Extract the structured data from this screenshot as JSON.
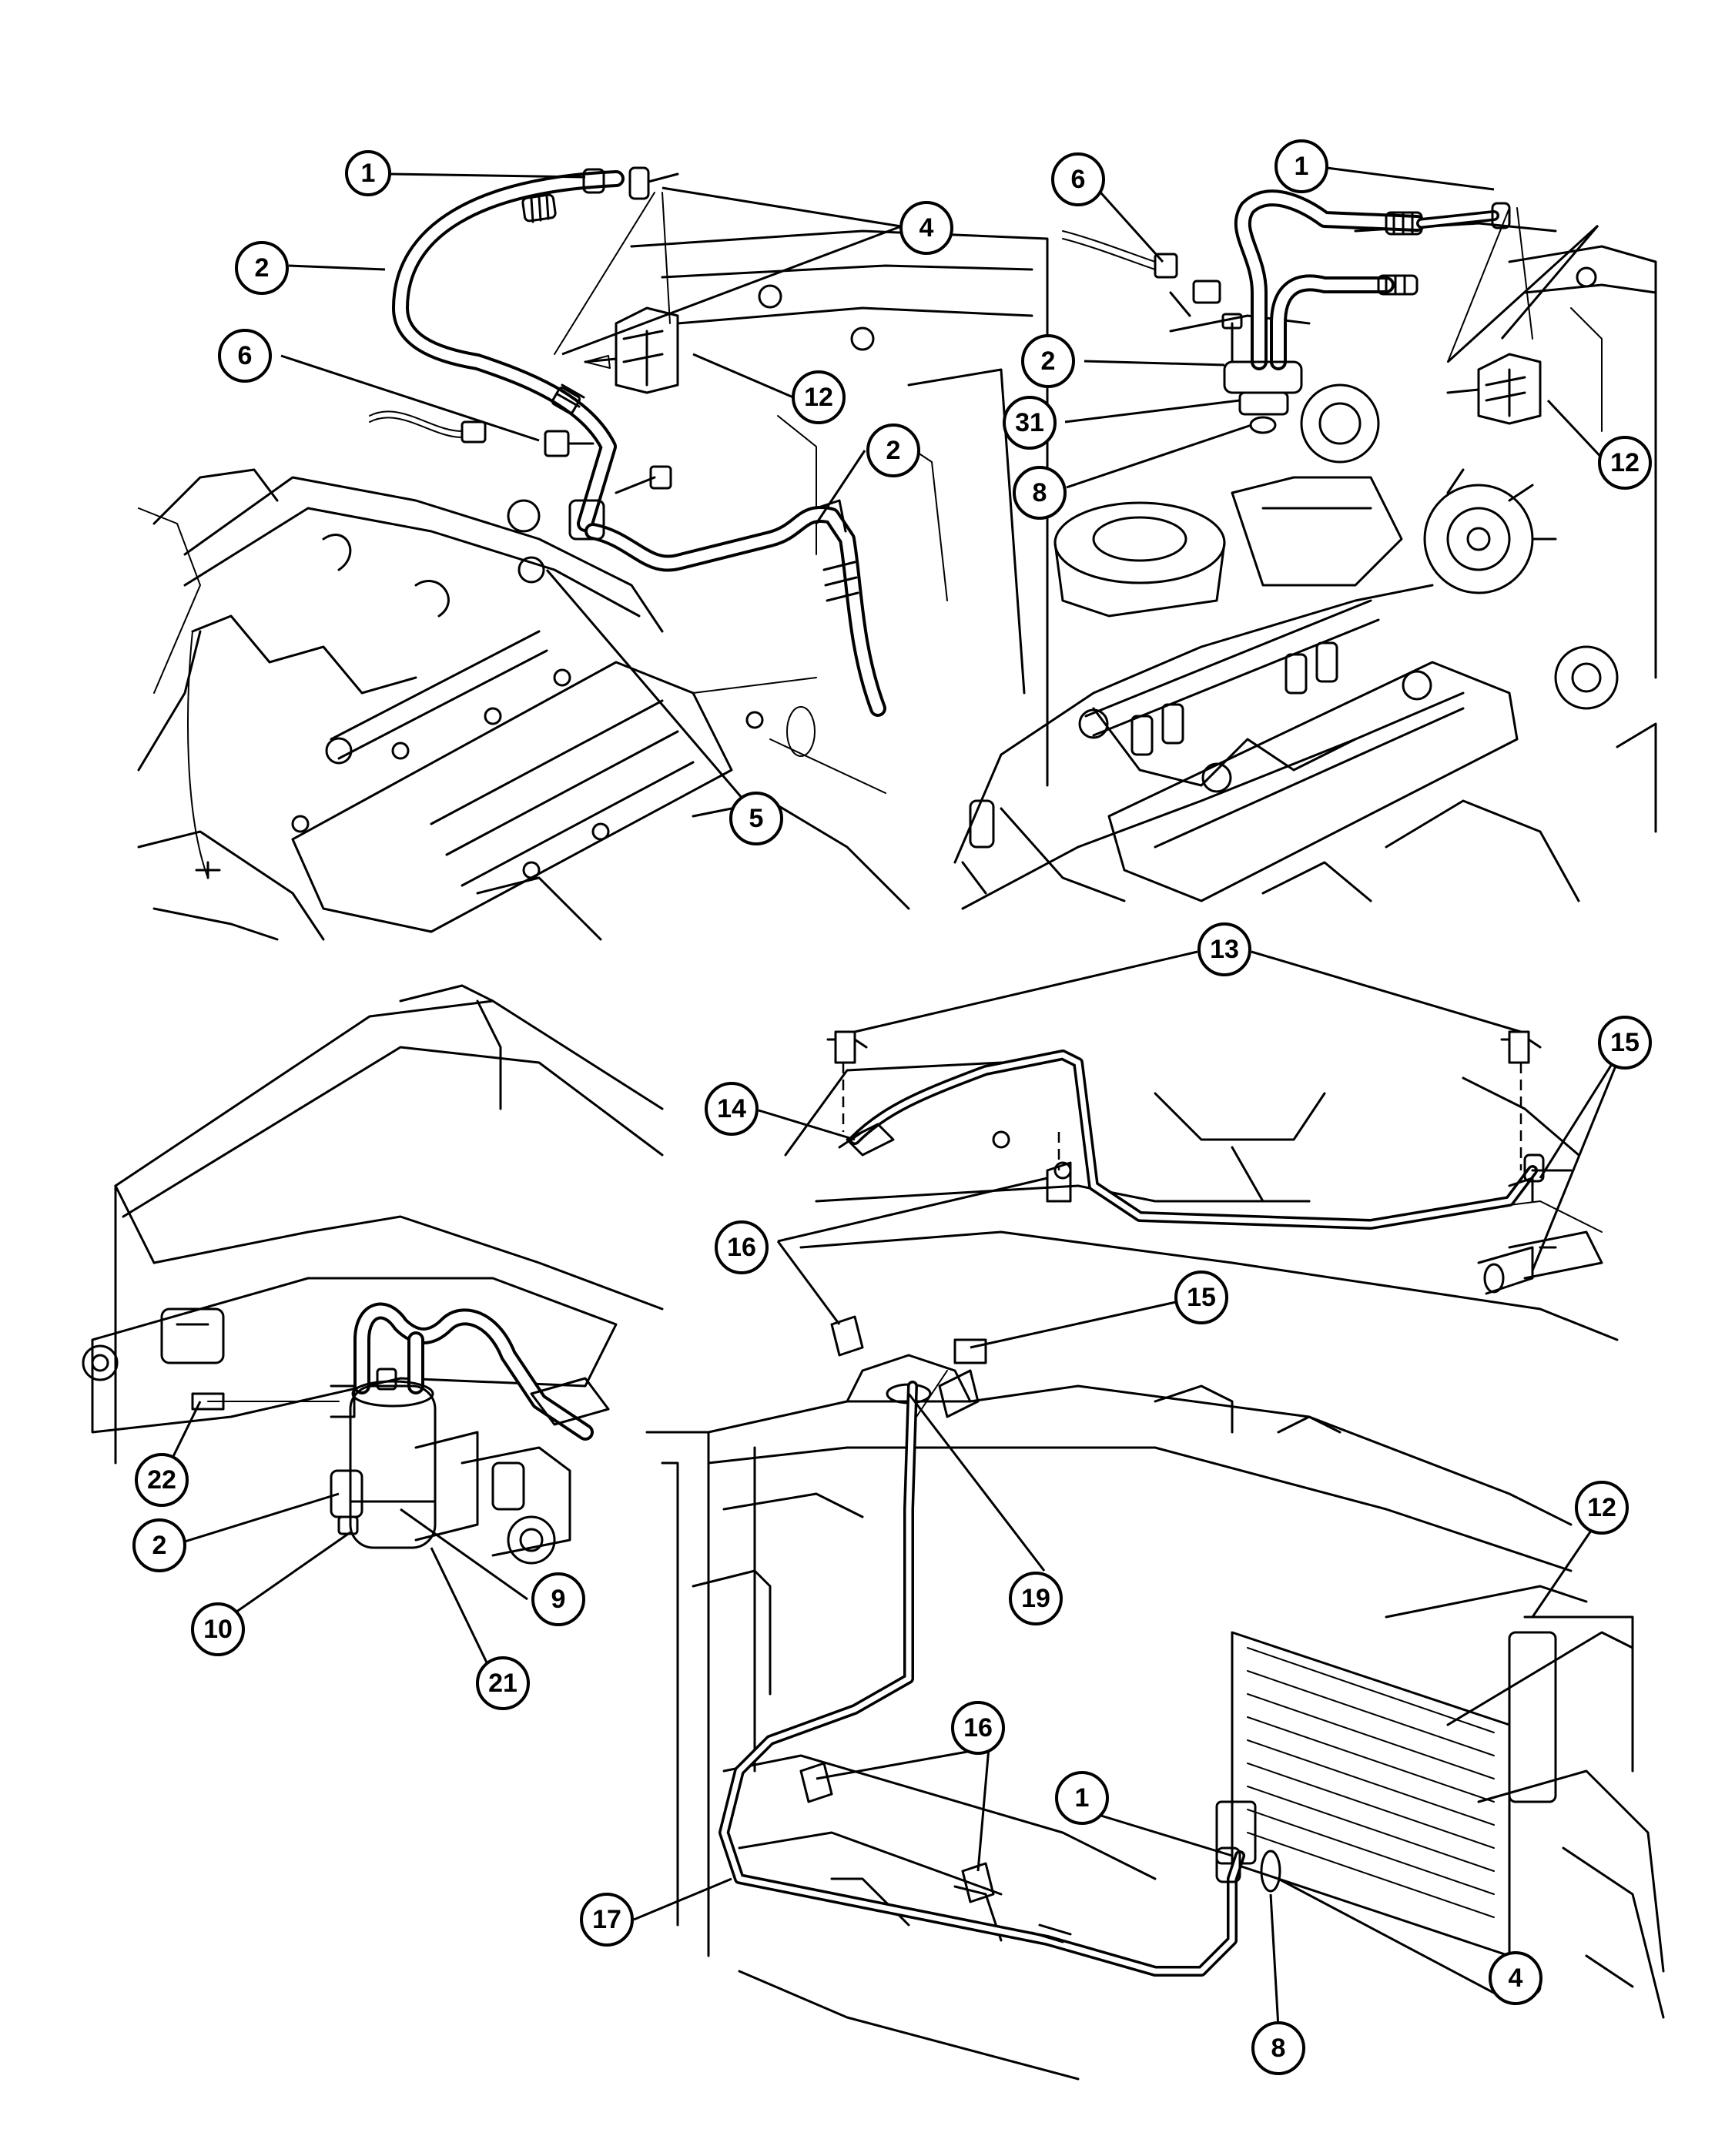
{
  "callouts": [
    {
      "panel": "upper-left",
      "label": "1"
    },
    {
      "panel": "upper-left",
      "label": "2"
    },
    {
      "panel": "upper-left",
      "label": "4"
    },
    {
      "panel": "upper-left",
      "label": "6"
    },
    {
      "panel": "upper-left",
      "label": "12"
    },
    {
      "panel": "upper-left",
      "label": "2"
    },
    {
      "panel": "upper-left",
      "label": "5"
    },
    {
      "panel": "upper-right",
      "label": "1"
    },
    {
      "panel": "upper-right",
      "label": "6"
    },
    {
      "panel": "upper-right",
      "label": "2"
    },
    {
      "panel": "upper-right",
      "label": "31"
    },
    {
      "panel": "upper-right",
      "label": "8"
    },
    {
      "panel": "upper-right",
      "label": "12"
    },
    {
      "panel": "lower-left",
      "label": "22"
    },
    {
      "panel": "lower-left",
      "label": "2"
    },
    {
      "panel": "lower-left",
      "label": "10"
    },
    {
      "panel": "lower-left",
      "label": "9"
    },
    {
      "panel": "lower-left",
      "label": "21"
    },
    {
      "panel": "lower-right",
      "label": "13"
    },
    {
      "panel": "lower-right",
      "label": "15"
    },
    {
      "panel": "lower-right",
      "label": "14"
    },
    {
      "panel": "lower-right",
      "label": "16"
    },
    {
      "panel": "lower-right",
      "label": "15"
    },
    {
      "panel": "lower-right",
      "label": "19"
    },
    {
      "panel": "lower-right",
      "label": "12"
    },
    {
      "panel": "lower-right",
      "label": "16"
    },
    {
      "panel": "lower-right",
      "label": "1"
    },
    {
      "panel": "lower-right",
      "label": "17"
    },
    {
      "panel": "lower-right",
      "label": "4"
    },
    {
      "panel": "lower-right",
      "label": "8"
    }
  ]
}
